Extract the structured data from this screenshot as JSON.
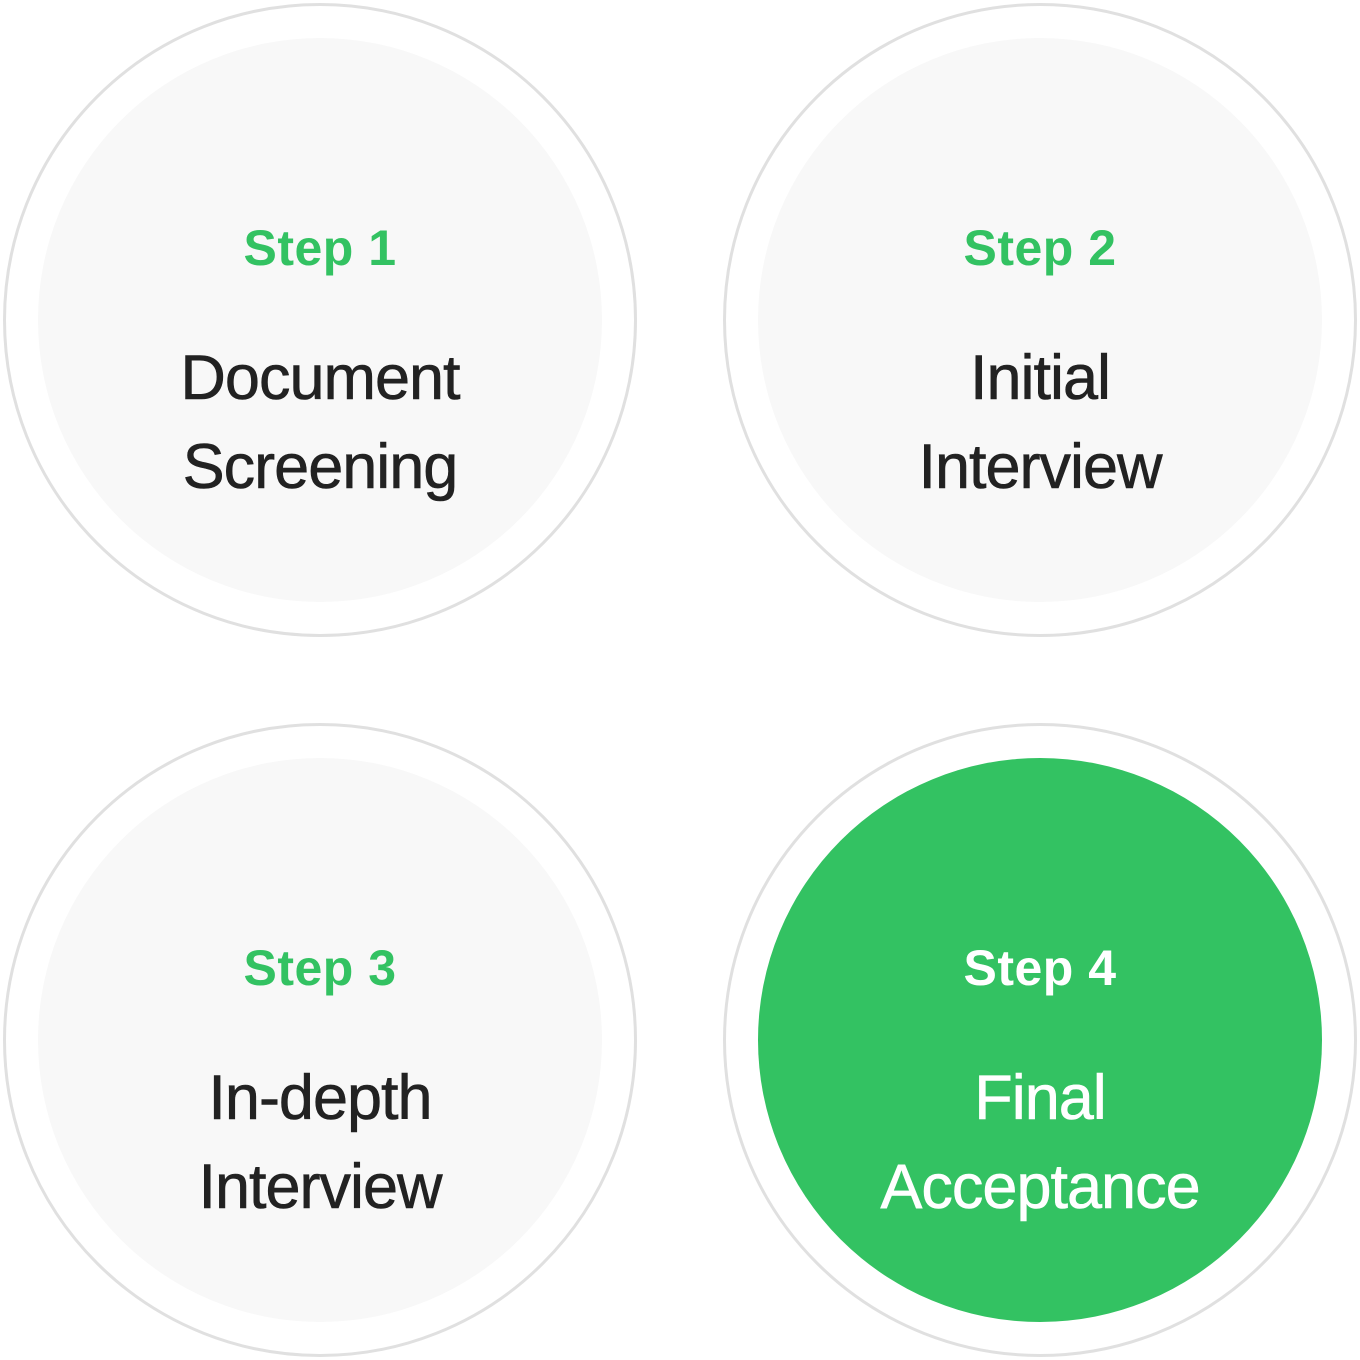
{
  "steps": [
    {
      "label": "Step 1",
      "title_lines": [
        "Document",
        "Screening"
      ],
      "active": false
    },
    {
      "label": "Step 2",
      "title_lines": [
        "Initial",
        "Interview"
      ],
      "active": false
    },
    {
      "label": "Step 3",
      "title_lines": [
        "In-depth",
        "Interview"
      ],
      "active": false
    },
    {
      "label": "Step 4",
      "title_lines": [
        "Final",
        "Acceptance"
      ],
      "active": true
    }
  ],
  "colors": {
    "accent": "#33c262",
    "ring": "#e0e0e0",
    "inactive_fill": "#f8f8f8",
    "text": "#222222"
  }
}
